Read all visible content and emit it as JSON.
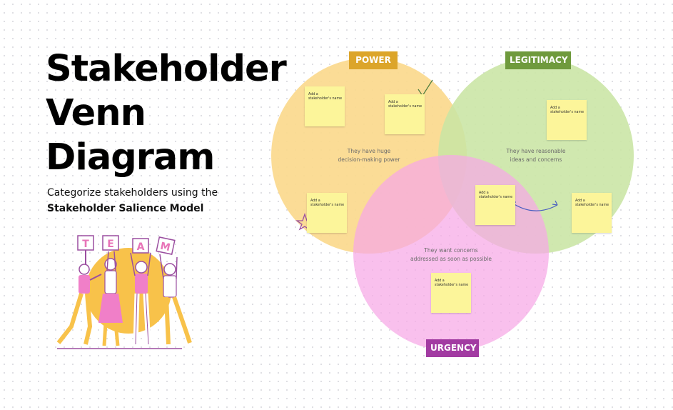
{
  "title_lines": [
    "Stakeholder",
    "Venn",
    "Diagram"
  ],
  "subtitle": {
    "line1": "Categorize stakeholders using the",
    "line2": "Stakeholder Salience Model"
  },
  "team_letters": [
    "T",
    "E",
    "A",
    "M"
  ],
  "circles": {
    "power": {
      "label": "POWER",
      "description": [
        "They have huge",
        "decision-making power"
      ],
      "fill": "#fbd98d",
      "label_bg": "#dca52a"
    },
    "legitimacy": {
      "label": "LEGITIMACY",
      "description": [
        "They have reasonable",
        "ideas and concerns"
      ],
      "fill": "#c9e5a4",
      "label_bg": "#6f9a3d"
    },
    "urgency": {
      "label": "URGENCY",
      "description": [
        "They want concerns",
        "addressed as soon as possible"
      ],
      "fill": "#f7a7e6",
      "label_bg": "#a23ba2"
    }
  },
  "sticky_note_text": [
    "Add a",
    "stakeholder's name"
  ],
  "colors": {
    "sticky": "#fcf59a",
    "team_yellow": "#f8c24a",
    "team_pink": "#f07fc8",
    "team_purple": "#9b4fa0",
    "arrow_blue": "#4a5fc1"
  }
}
